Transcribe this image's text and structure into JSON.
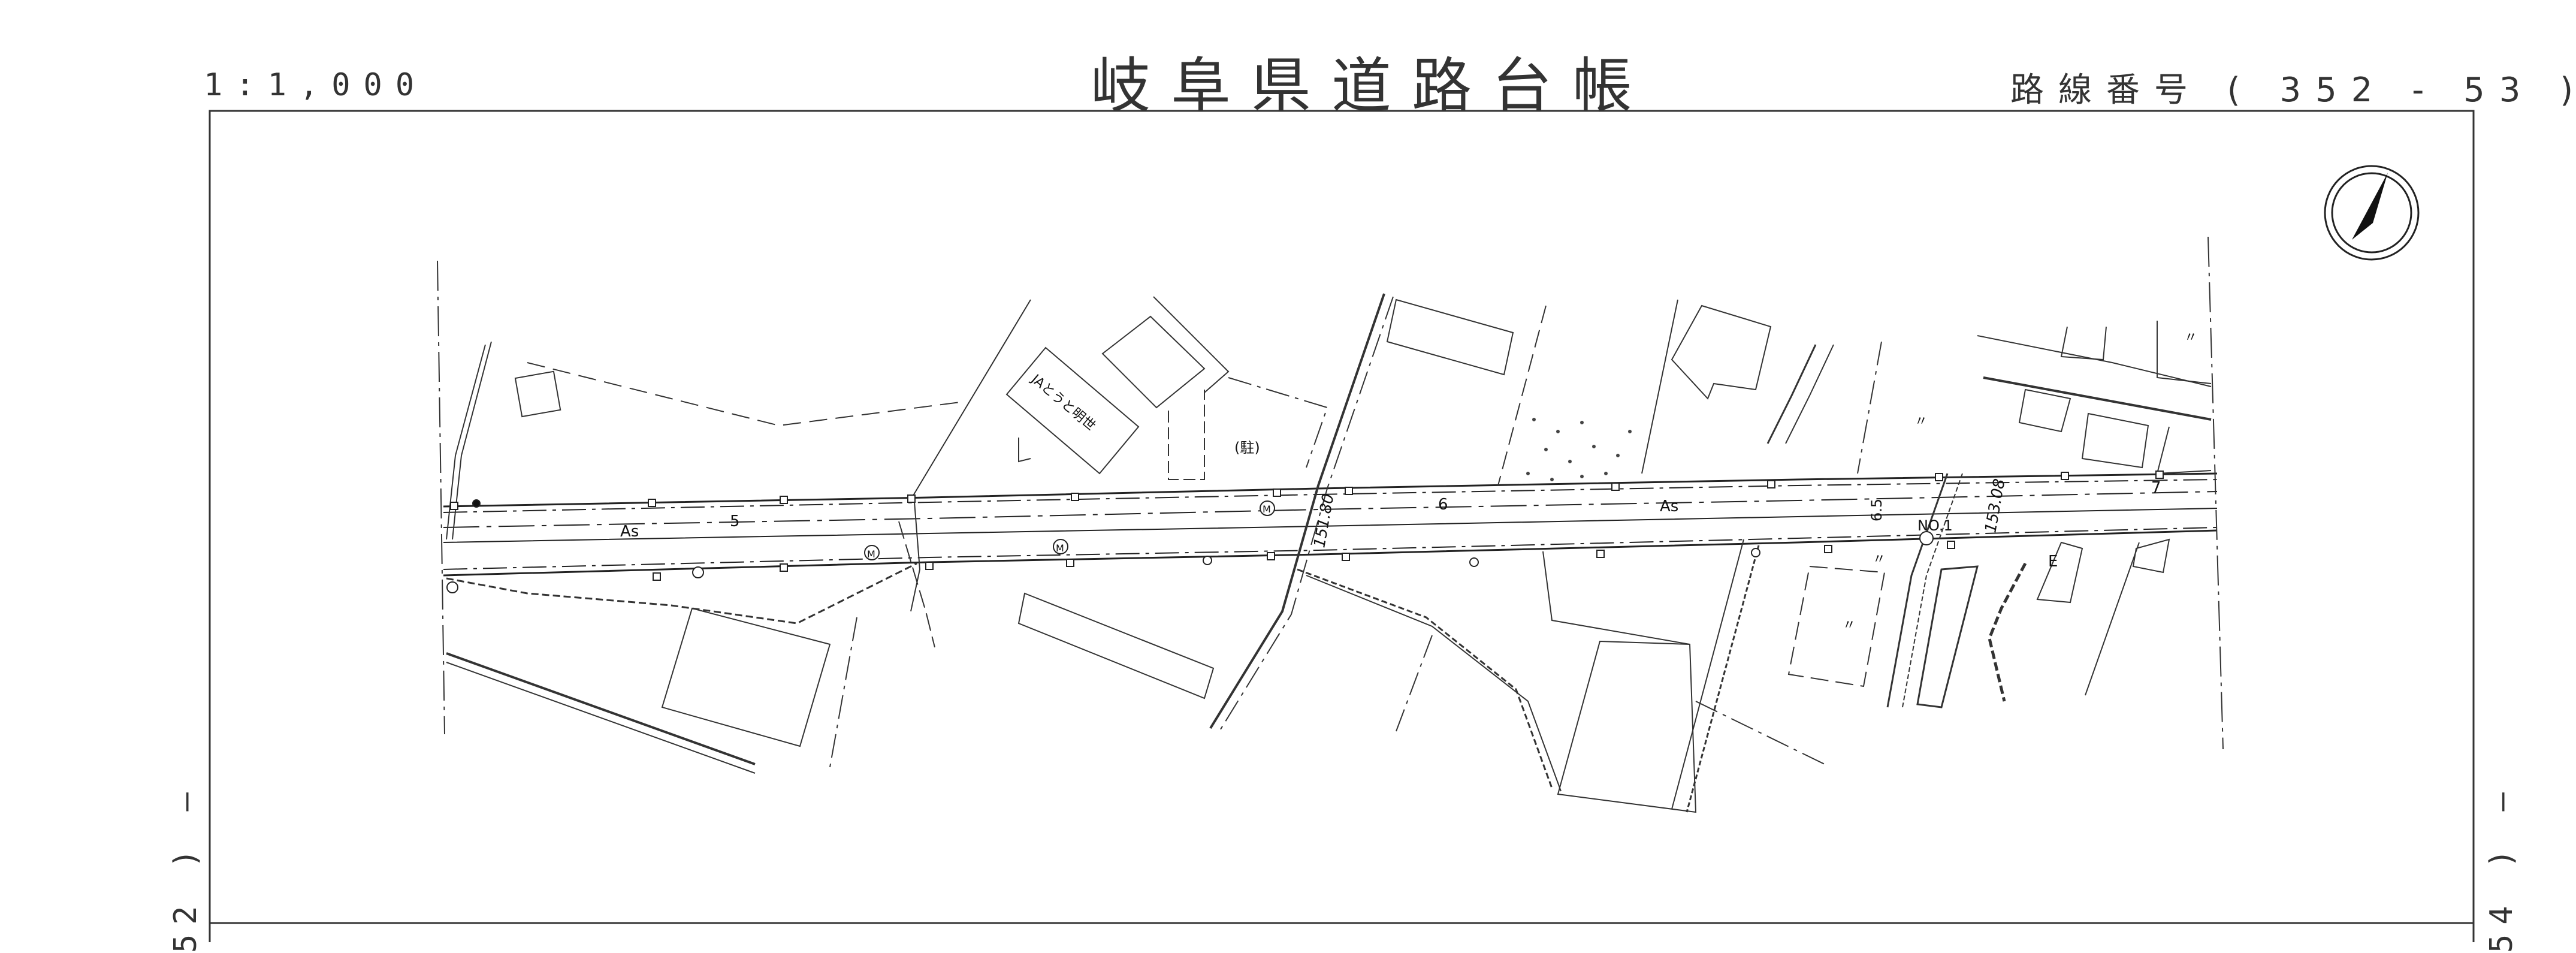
{
  "header": {
    "scale": "1:1,000",
    "title": "岐阜県道路台帳",
    "route": "路線番号 ( 352 - 53 )"
  },
  "sheet_refs": {
    "previous": "52 ) —",
    "next": "54 ) —"
  },
  "map": {
    "pavement_label": "As",
    "station_5": "5",
    "station_6": "6",
    "station_6_5": "6.5",
    "station_7": "7",
    "benchmark": "NO.1",
    "elevation_1": "151.80",
    "elevation_2": "153.08",
    "building_label": "JAとうと明世",
    "parking_label": "(駐)",
    "manhole_symbol": "M",
    "ditto_mark": "〃",
    "marker_e": "E"
  },
  "icons": {
    "north_arrow": "north-arrow-icon"
  }
}
